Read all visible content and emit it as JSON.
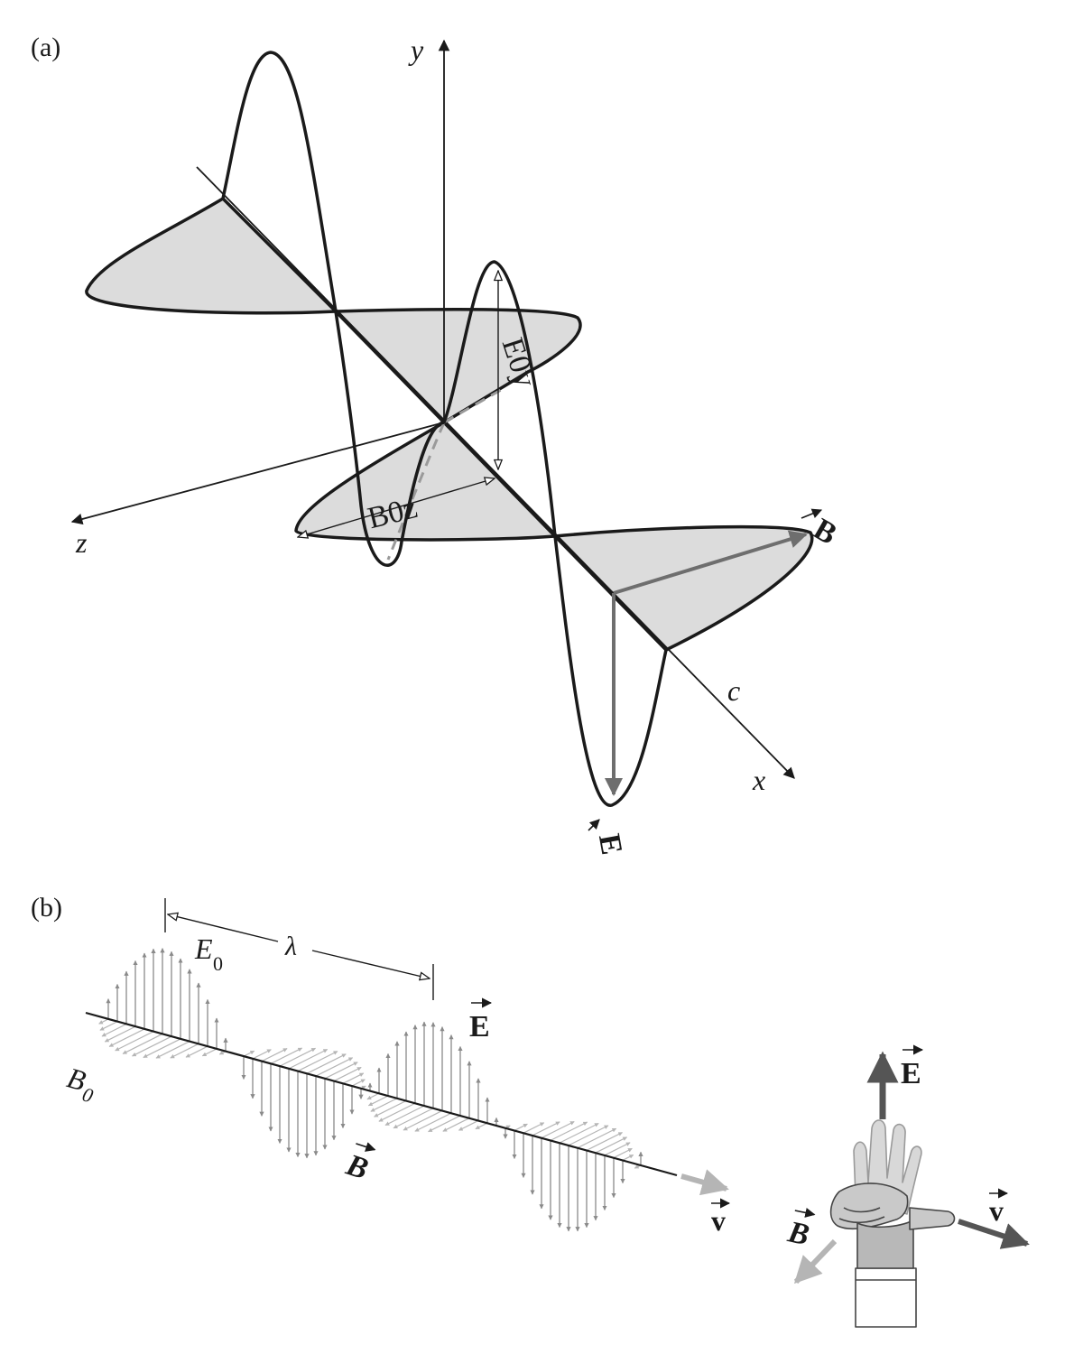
{
  "panel_a": {
    "label": "(a)",
    "axis_x": "x",
    "axis_y": "y",
    "axis_z": "z",
    "E_vec": "E",
    "B_vec": "B",
    "E0y": "E0y",
    "B0z": "B0z",
    "c": "c"
  },
  "panel_b": {
    "label": "(b)",
    "E0": "E",
    "E0_sub": "0",
    "lambda": "λ",
    "E_vec": "E",
    "B0": "B",
    "B0_sub": "0",
    "B_vec": "B",
    "v_vec": "v"
  },
  "hand": {
    "E_vec": "E",
    "B_vec": "B",
    "v_vec": "v"
  },
  "colors": {
    "ink": "#1a1a1a",
    "fill": "#dcdcdc",
    "vector": "#6e6e6e",
    "light": "#b5b5b5"
  }
}
